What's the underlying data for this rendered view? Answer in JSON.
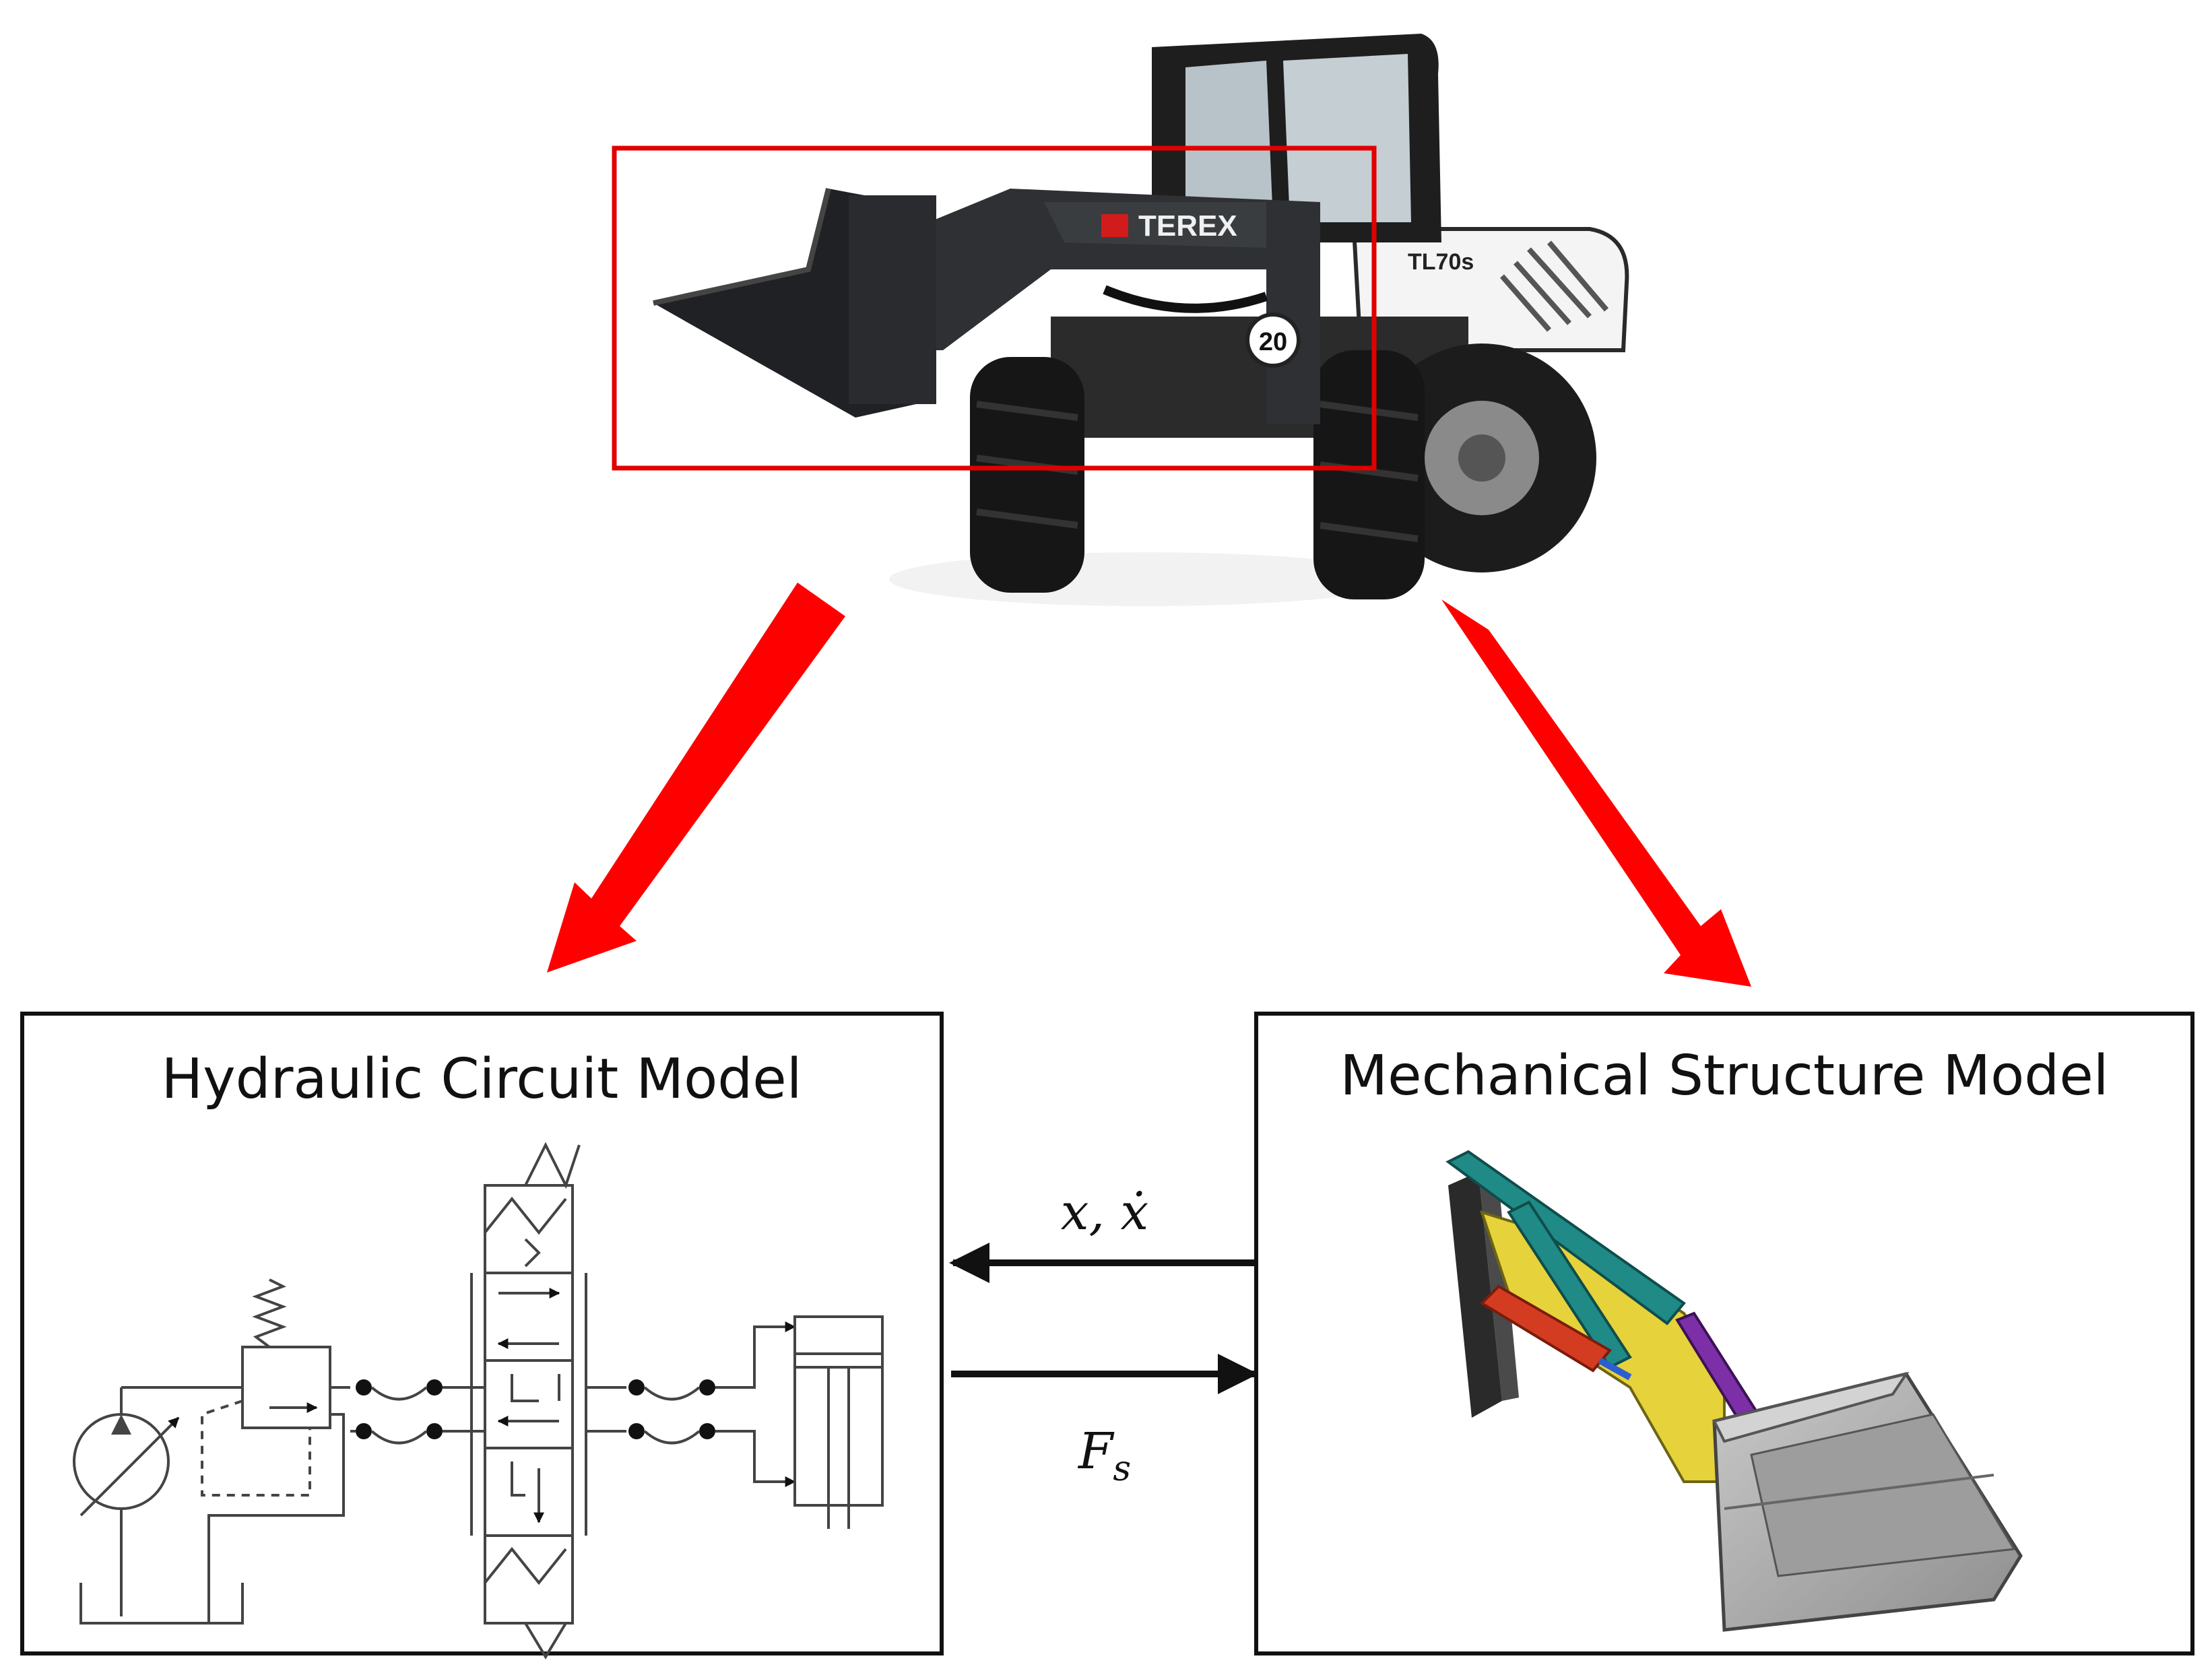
{
  "loader": {
    "brand": "TEREX",
    "model": "TL70s",
    "speed_sign": "20"
  },
  "left_panel": {
    "title": "Hydraulic Circuit Model"
  },
  "right_panel": {
    "title": "Mechanical Structure Model"
  },
  "signals": {
    "feedback": "x, ẋ",
    "force": "F",
    "force_sub": "s"
  },
  "colors": {
    "highlight": "#e00000",
    "arrow": "#ff0000",
    "boom": "#1f8a86",
    "arm": "#d6c21f",
    "cylinder_lift": "#d43c22",
    "cylinder_tilt": "#7d2fa8",
    "bucket": "#a7a7a7",
    "frame": "#2a2a2a"
  }
}
